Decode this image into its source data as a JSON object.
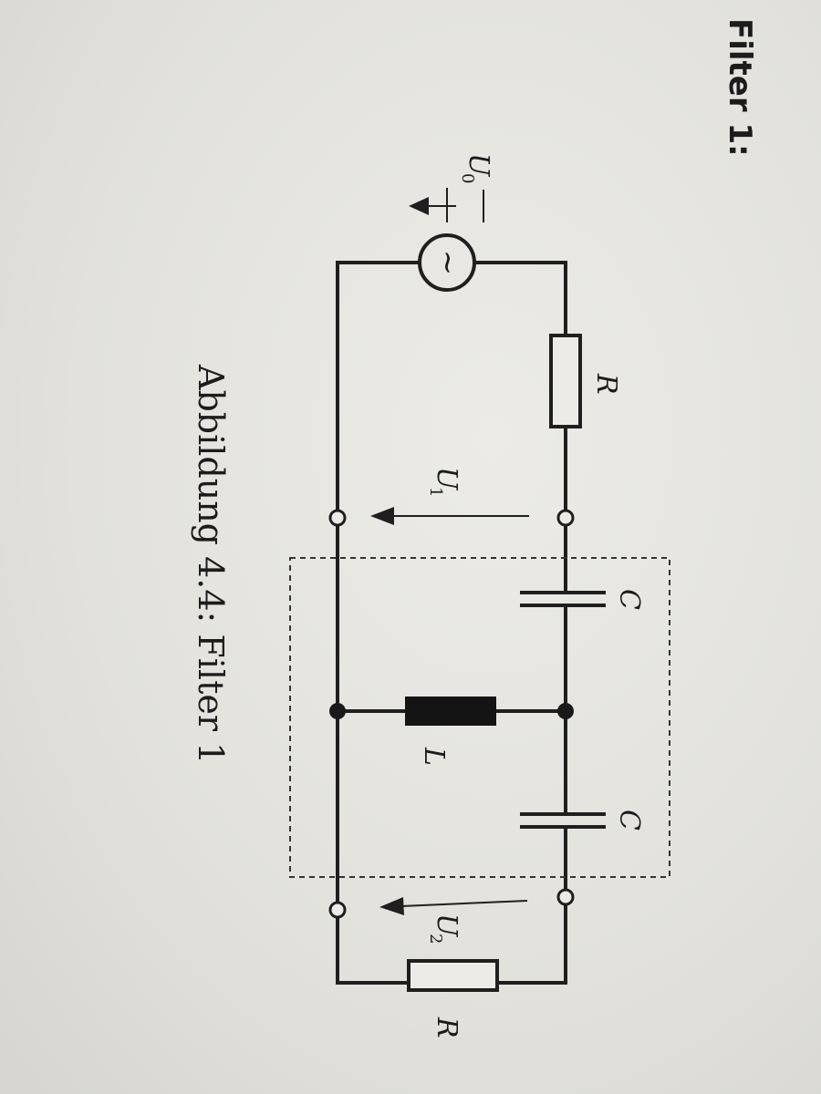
{
  "heading": "Filter 1:",
  "caption": "Abbildung 4.4: Filter 1",
  "source_label": "U",
  "source_sub": "0",
  "source_symbol": "~",
  "u1_label": "U",
  "u1_sub": "1",
  "u2_label": "U",
  "u2_sub": "2",
  "resistor_in_label": "R",
  "resistor_out_label": "R",
  "capacitor1_label": "C",
  "capacitor2_label": "C",
  "inductor_label": "L"
}
